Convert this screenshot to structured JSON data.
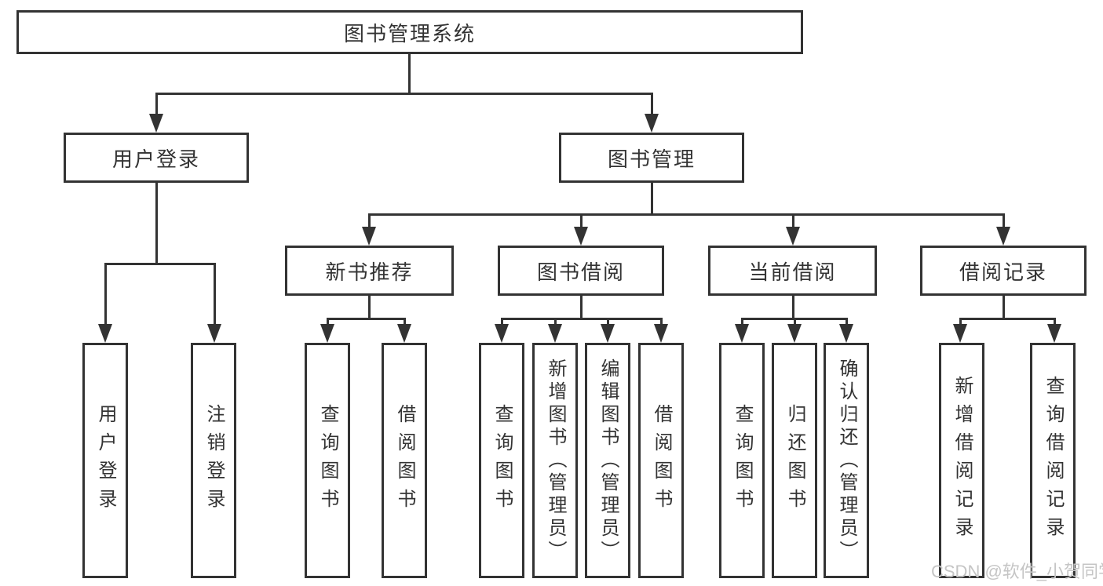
{
  "diagram_type": "functional-structure-tree",
  "tree": {
    "label": "图书管理系统",
    "children": [
      {
        "label": "用户登录",
        "children": [
          {
            "label": "用户登录"
          },
          {
            "label": "注销登录"
          }
        ]
      },
      {
        "label": "图书管理",
        "children": [
          {
            "label": "新书推荐",
            "children": [
              {
                "label": "查询图书"
              },
              {
                "label": "借阅图书"
              }
            ]
          },
          {
            "label": "图书借阅",
            "children": [
              {
                "label": "查询图书"
              },
              {
                "label": "新增图书（管理员）"
              },
              {
                "label": "编辑图书（管理员）"
              },
              {
                "label": "借阅图书"
              }
            ]
          },
          {
            "label": "当前借阅",
            "children": [
              {
                "label": "查询图书"
              },
              {
                "label": "归还图书"
              },
              {
                "label": "确认归还（管理员）"
              }
            ]
          },
          {
            "label": "借阅记录",
            "children": [
              {
                "label": "新增借阅记录"
              },
              {
                "label": "查询借阅记录"
              }
            ]
          }
        ]
      }
    ]
  },
  "watermark": "CSDN @软件_小贺同学",
  "colors": {
    "line": "#333333",
    "text": "#333333",
    "background": "#ffffff",
    "watermark": "#c5c5c5"
  }
}
